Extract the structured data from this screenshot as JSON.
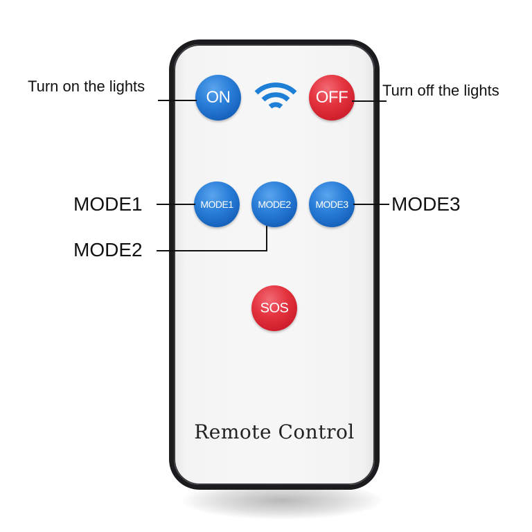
{
  "remote": {
    "title": "Remote Control",
    "buttons": {
      "on": "ON",
      "off": "OFF",
      "mode1": "MODE1",
      "mode2": "MODE2",
      "mode3": "MODE3",
      "sos": "SOS"
    },
    "signal_icon": "wifi-signal-icon"
  },
  "callouts": {
    "on": "Turn on the lights",
    "off": "Turn off the lights",
    "mode1": "MODE1",
    "mode2": "MODE2",
    "mode3": "MODE3"
  },
  "colors": {
    "blue_button": "#2a7fd8",
    "red_button": "#e43440",
    "remote_border": "#1c1c1e",
    "remote_body": "#f5f5f5",
    "signal_icon": "#1e7fd6"
  }
}
